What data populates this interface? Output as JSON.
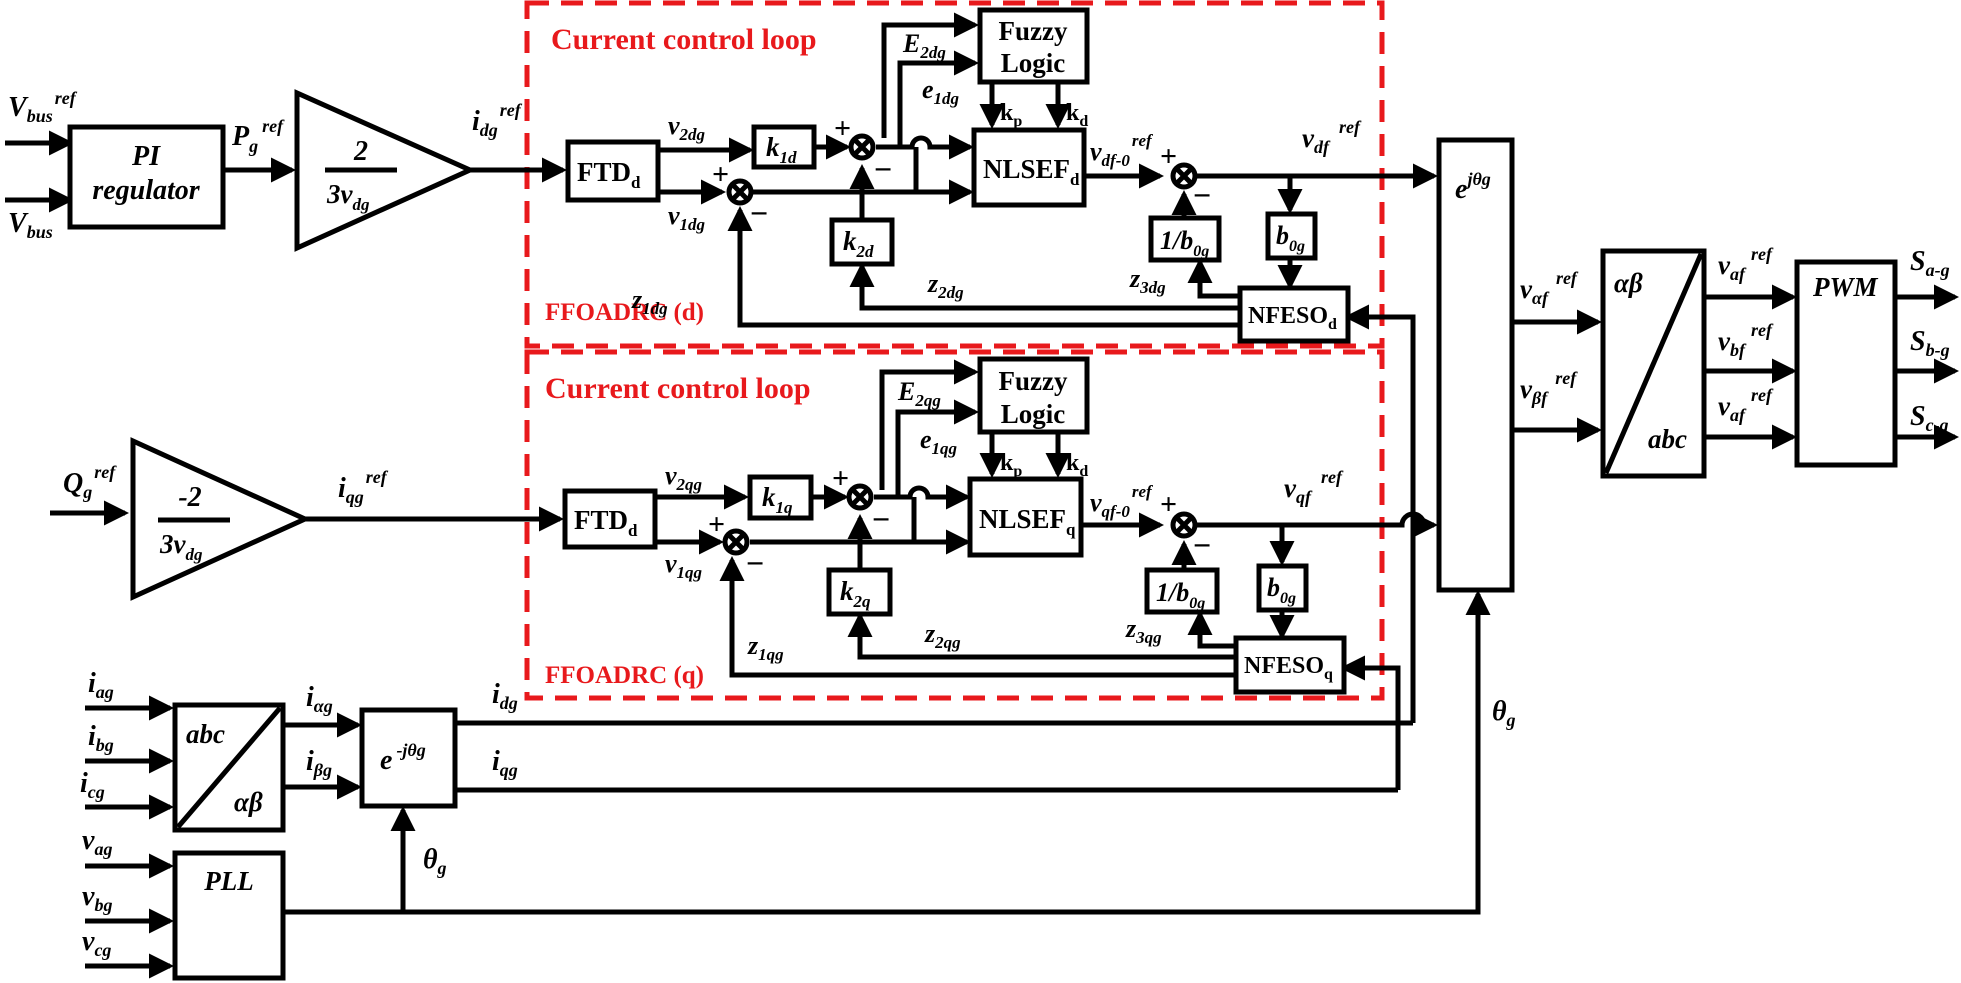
{
  "colors": {
    "loop_border": "#e8191c",
    "loop_text": "#e8191c",
    "line": "#000000"
  },
  "blocks": {
    "pi": {
      "line1": "PI",
      "line2": "regulator"
    },
    "gain_d": {
      "num": "2",
      "den": "3v",
      "den_sub": "dg"
    },
    "gain_q": {
      "num": "-2",
      "den": "3v",
      "den_sub": "dg"
    },
    "ftd": {
      "label": "FTD",
      "sub": "d"
    },
    "k1d": {
      "label": "k",
      "sub": "1d"
    },
    "k2d": {
      "label": "k",
      "sub": "2d"
    },
    "k1q": {
      "label": "k",
      "sub": "1q"
    },
    "k2q": {
      "label": "k",
      "sub": "2q"
    },
    "fuzzy": {
      "line1": "Fuzzy",
      "line2": "Logic"
    },
    "nlsef_d": {
      "label": "NLSEF",
      "sub": "d"
    },
    "nlsef_q": {
      "label": "NLSEF",
      "sub": "q"
    },
    "inv_b0": {
      "label": "1/b",
      "sub": "0g"
    },
    "b0": {
      "label": "b",
      "sub": "0g"
    },
    "nfeso_d": {
      "label": "NFESO",
      "sub": "d"
    },
    "nfeso_q": {
      "label": "NFESO",
      "sub": "q"
    },
    "ejtheta": {
      "base": "e",
      "sup": "jθg"
    },
    "alphabeta_abc": {
      "top": "αβ",
      "bottom": "abc"
    },
    "pwm": {
      "label": "PWM"
    },
    "abc_alphabeta": {
      "top": "abc",
      "bottom": "αβ"
    },
    "e_minus": {
      "base": "e",
      "sup": "-jθg"
    },
    "pll": {
      "label": "PLL"
    }
  },
  "loops": {
    "d": {
      "title": "Current control loop",
      "tag": "FFOADRC (d)"
    },
    "q": {
      "title": "Current control loop",
      "tag": "FFOADRC (q)"
    }
  },
  "signals": {
    "vbus_ref": {
      "base": "V",
      "sub": "bus",
      "sup": "ref"
    },
    "vbus": {
      "base": "V",
      "sub": "bus"
    },
    "pg_ref": {
      "base": "P",
      "sub": "g",
      "sup": "ref"
    },
    "idg_ref": {
      "base": "i",
      "sub": "dg",
      "sup": "ref"
    },
    "qg_ref": {
      "base": "Q",
      "sub": "g",
      "sup": "ref"
    },
    "iqg_ref": {
      "base": "i",
      "sub": "qg",
      "sup": "ref"
    },
    "v2dg": {
      "base": "v",
      "sub": "2dg"
    },
    "v1dg": {
      "base": "v",
      "sub": "1dg"
    },
    "e2dg": {
      "base": "E",
      "sub": "2dg"
    },
    "e1dg": {
      "base": "e",
      "sub": "1dg"
    },
    "kp": {
      "base": "k",
      "sub": "p"
    },
    "kd": {
      "base": "k",
      "sub": "d"
    },
    "vdf0_ref": {
      "base": "v",
      "sub": "df-0",
      "sup": "ref"
    },
    "vdf_ref": {
      "base": "v",
      "sub": "df",
      "sup": "ref"
    },
    "z1dg": {
      "base": "z",
      "sub": "1dg"
    },
    "z2dg": {
      "base": "z",
      "sub": "2dg"
    },
    "z3dg": {
      "base": "z",
      "sub": "3dg"
    },
    "v2qg": {
      "base": "v",
      "sub": "2qg"
    },
    "v1qg": {
      "base": "v",
      "sub": "1qg"
    },
    "e2qg": {
      "base": "E",
      "sub": "2qg"
    },
    "e1qg": {
      "base": "e",
      "sub": "1qg"
    },
    "vqf0_ref": {
      "base": "v",
      "sub": "qf-0",
      "sup": "ref"
    },
    "vqf_ref": {
      "base": "v",
      "sub": "qf",
      "sup": "ref"
    },
    "z1qg": {
      "base": "z",
      "sub": "1qg"
    },
    "z2qg": {
      "base": "z",
      "sub": "2qg"
    },
    "z3qg": {
      "base": "z",
      "sub": "3qg"
    },
    "valpha_ref": {
      "base": "v",
      "sub": "αf",
      "sup": "ref"
    },
    "vbeta_ref": {
      "base": "v",
      "sub": "βf",
      "sup": "ref"
    },
    "va_ref_out": {
      "base": "v",
      "sub": "af",
      "sup": "ref"
    },
    "vb_ref_out": {
      "base": "v",
      "sub": "bf",
      "sup": "ref"
    },
    "vc_ref_out": {
      "base": "v",
      "sub": "af",
      "sup": "ref"
    },
    "sa": {
      "base": "S",
      "sub": "a-g"
    },
    "sb": {
      "base": "S",
      "sub": "b-g"
    },
    "sc": {
      "base": "S",
      "sub": "c-g"
    },
    "iag": {
      "base": "i",
      "sub": "ag"
    },
    "ibg": {
      "base": "i",
      "sub": "bg"
    },
    "icg": {
      "base": "i",
      "sub": "cg"
    },
    "ialpha": {
      "base": "i",
      "sub": "αg"
    },
    "ibeta": {
      "base": "i",
      "sub": "βg"
    },
    "idg": {
      "base": "i",
      "sub": "dg"
    },
    "iqg": {
      "base": "i",
      "sub": "qg"
    },
    "vag": {
      "base": "v",
      "sub": "ag"
    },
    "vbg": {
      "base": "v",
      "sub": "bg"
    },
    "vcg": {
      "base": "v",
      "sub": "cg"
    },
    "theta_pll": {
      "base": "θ",
      "sub": "g"
    },
    "theta_right": {
      "base": "θ",
      "sub": "g"
    }
  },
  "signs": {
    "plus": "+",
    "minus": "−",
    "sum": "⊗"
  }
}
